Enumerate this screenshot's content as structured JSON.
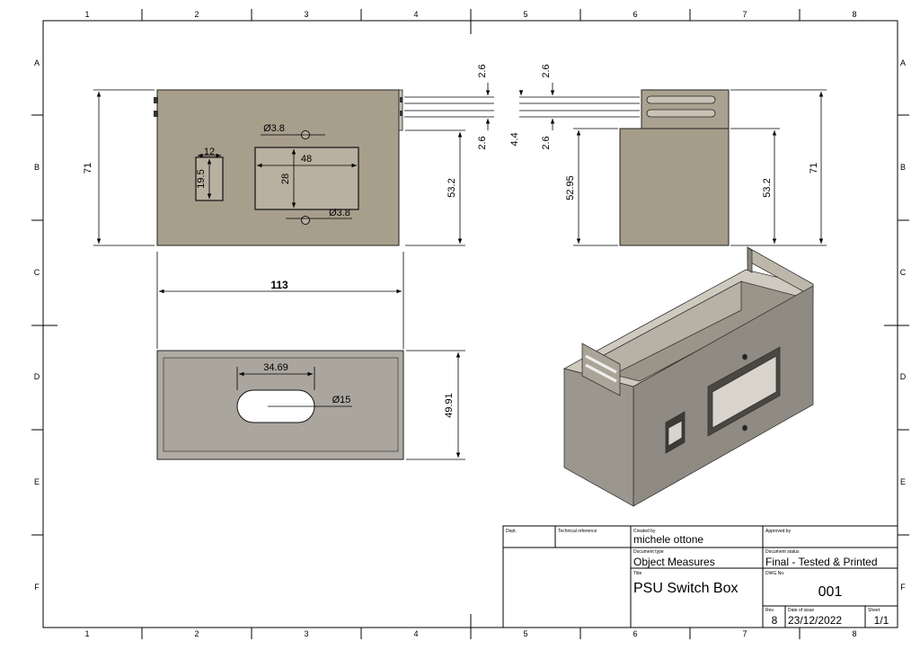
{
  "grid": {
    "columns": [
      "1",
      "2",
      "3",
      "4",
      "5",
      "6",
      "7",
      "8"
    ],
    "rows": [
      "A",
      "B",
      "C",
      "D",
      "E",
      "F"
    ]
  },
  "front_view": {
    "height_total": "71",
    "height_right": "53.2",
    "hole_top": "Ø3.8",
    "hole_bottom": "Ø3.8",
    "cutout_width": "48",
    "cutout_height": "28",
    "switch_width": "12",
    "switch_height": "19.5"
  },
  "slot_dims": {
    "left_top": "2.6",
    "left_bottom": "2.6",
    "right_top": "2.6",
    "right_bottom": "2.6",
    "right_spacing": "4.4"
  },
  "side_view": {
    "height_left": "52.95",
    "height_mid": "53.2",
    "height_total": "71"
  },
  "width_dim": "113",
  "top_view": {
    "slot_length": "34.69",
    "slot_diameter": "Ø15",
    "depth": "49.91"
  },
  "title_block": {
    "dept_label": "Dept.",
    "tech_ref_label": "Technical reference",
    "created_by_label": "Created by",
    "created_by": "michele ottone",
    "approved_by_label": "Approved by",
    "approved_by": "",
    "doc_type_label": "Document type",
    "doc_type": "Object Measures",
    "doc_status_label": "Document status",
    "doc_status": "Final - Tested & Printed",
    "title_label": "Title",
    "title": "PSU Switch Box",
    "dwg_no_label": "DWG No.",
    "dwg_no": "001",
    "rev_label": "Rev.",
    "rev": "8",
    "date_label": "Date of issue",
    "date": "23/12/2022",
    "sheet_label": "Sheet",
    "sheet": "1/1"
  },
  "colors": {
    "part_face": "#a89e8c",
    "part_light": "#c8c2b6",
    "part_top_view": "#b0aca4",
    "iso_front": "#8f8b83",
    "iso_top": "#cfcabf",
    "line": "#000000"
  }
}
